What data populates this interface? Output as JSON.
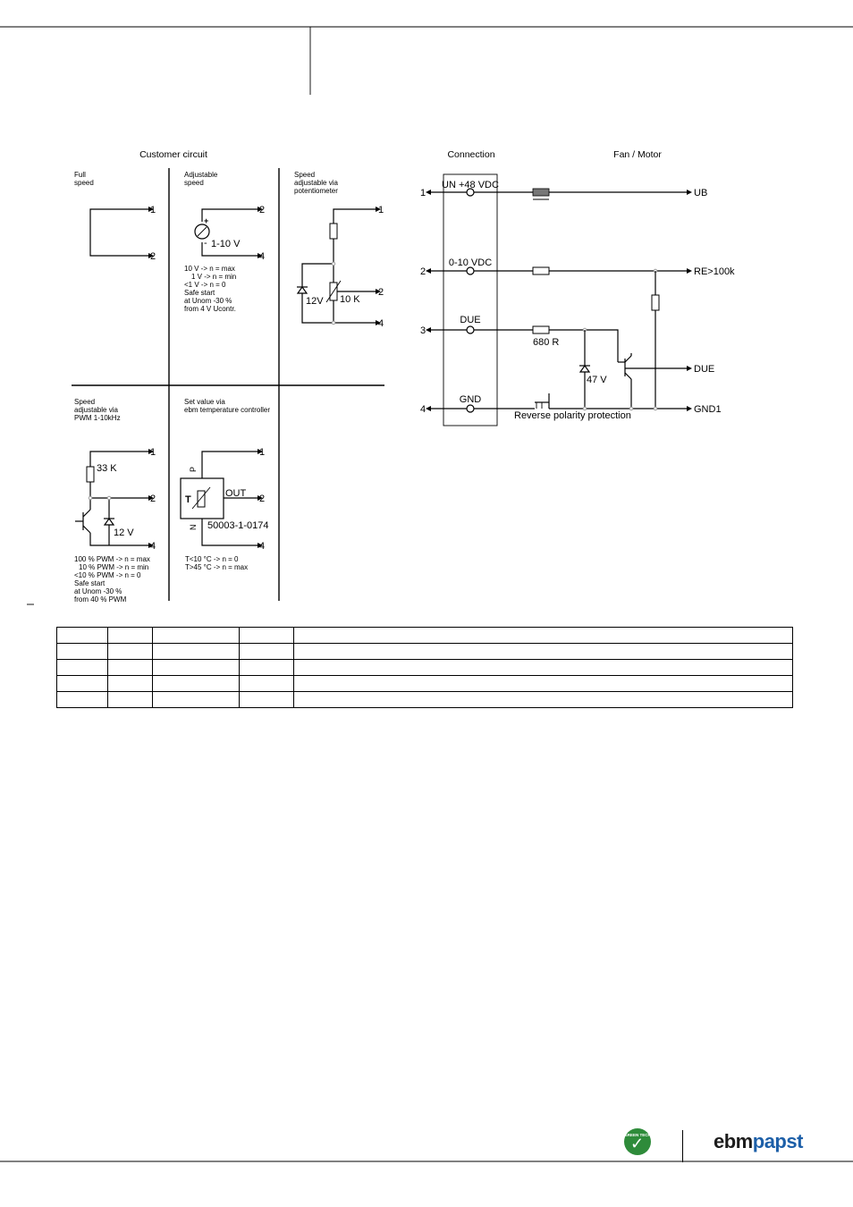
{
  "headings": {
    "customer_circuit": "Customer circuit",
    "connection": "Connection",
    "fan_motor": "Fan / Motor"
  },
  "panels": {
    "full_speed": {
      "title_1": "Full",
      "title_2": "speed",
      "pins": [
        "1",
        "2"
      ]
    },
    "adjustable_speed": {
      "title_1": "Adjustable",
      "title_2": "speed",
      "source_plus": "+",
      "source_minus": "-",
      "source_label": "1-10 V",
      "pins": [
        "2",
        "4"
      ],
      "notes": [
        "10 V -> n = max",
        "1 V -> n = min",
        "<1 V -> n = 0",
        "Safe start",
        "at Unom -30 %",
        "from 4 V Ucontr."
      ]
    },
    "potentiometer": {
      "title_1": "Speed",
      "title_2": "adjustable via",
      "title_3": "potentiometer",
      "zener_label": "12V",
      "pot_label": "10 K",
      "pins": [
        "1",
        "2",
        "4"
      ]
    },
    "pwm": {
      "title_1": "Speed",
      "title_2": "adjustable via",
      "title_3": "PWM 1-10kHz",
      "resistor_label": "33 K",
      "zener_label": "12 V",
      "pins": [
        "1",
        "2",
        "4"
      ],
      "notes": [
        "100 % PWM -> n = max",
        "10 % PWM -> n = min",
        "<10 % PWM -> n = 0",
        "Safe start",
        "at Unom -30 %",
        "from 40 % PWM"
      ]
    },
    "temperature": {
      "title_1": "Set value via",
      "title_2": "ebm temperature controller",
      "p_label": "P",
      "n_label": "N",
      "t_label": "T",
      "out_label": "OUT",
      "part_number": "50003-1-0174",
      "pins": [
        "1",
        "2",
        "4"
      ],
      "notes": [
        "T<10 °C -> n = 0",
        "T>45 °C -> n = max"
      ]
    }
  },
  "connection": {
    "pins": [
      {
        "number": "1",
        "label": "UN +48 VDC"
      },
      {
        "number": "2",
        "label": "0-10 VDC"
      },
      {
        "number": "3",
        "label": "DUE"
      },
      {
        "number": "4",
        "label": "GND"
      }
    ]
  },
  "motor": {
    "outputs": [
      "UB",
      "RE>100k",
      "DUE",
      "GND1"
    ],
    "resistor_label": "680 R",
    "zener_label": "47 V",
    "protection_label": "Reverse polarity protection"
  },
  "table": {
    "rows": [
      [
        "",
        "",
        "",
        "",
        ""
      ],
      [
        "",
        "",
        "",
        "",
        ""
      ],
      [
        "",
        "",
        "",
        "",
        ""
      ],
      [
        "",
        "",
        "",
        "",
        ""
      ],
      [
        "",
        "",
        "",
        "",
        ""
      ]
    ]
  },
  "footer": {
    "badge_text": "GREEN TECH",
    "brand_ebm": "ebm",
    "brand_papst": "papst",
    "brand_color": "#1d5fa8",
    "badge_color": "#2e8b3a"
  }
}
